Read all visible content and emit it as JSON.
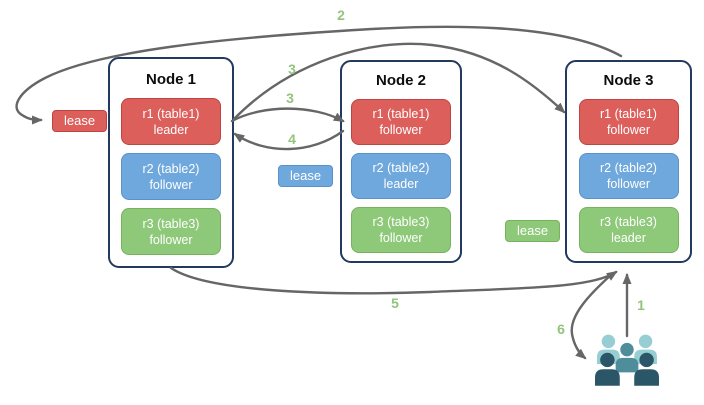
{
  "diagram": {
    "nodes": [
      {
        "title": "Node 1",
        "replicas": [
          {
            "label": "r1 (table1)",
            "role": "leader",
            "color": "#dc5f5c"
          },
          {
            "label": "r2 (table2)",
            "role": "follower",
            "color": "#6fa8dc"
          },
          {
            "label": "r3 (table3)",
            "role": "follower",
            "color": "#8ec879"
          }
        ]
      },
      {
        "title": "Node 2",
        "replicas": [
          {
            "label": "r1 (table1)",
            "role": "follower",
            "color": "#dc5f5c"
          },
          {
            "label": "r2 (table2)",
            "role": "leader",
            "color": "#6fa8dc"
          },
          {
            "label": "r3 (table3)",
            "role": "follower",
            "color": "#8ec879"
          }
        ]
      },
      {
        "title": "Node 3",
        "replicas": [
          {
            "label": "r1 (table1)",
            "role": "follower",
            "color": "#dc5f5c"
          },
          {
            "label": "r2 (table2)",
            "role": "follower",
            "color": "#6fa8dc"
          },
          {
            "label": "r3 (table3)",
            "role": "leader",
            "color": "#8ec879"
          }
        ]
      }
    ],
    "leases": [
      {
        "text": "lease",
        "color": "#dc5f5c",
        "near": "node1-r1-leader"
      },
      {
        "text": "lease",
        "color": "#6fa8dc",
        "near": "node2-r2-leader"
      },
      {
        "text": "lease",
        "color": "#8ec879",
        "near": "node3-r3-leader"
      }
    ],
    "arrows": [
      {
        "label": "1",
        "from": "client",
        "to": "node3"
      },
      {
        "label": "2",
        "from": "node3",
        "to": "lease-r1"
      },
      {
        "label": "3",
        "from": "node1-r1",
        "to": "node3-r1"
      },
      {
        "label": "3",
        "from": "node1-r1",
        "to": "node2-r1"
      },
      {
        "label": "4",
        "from": "node2-r1",
        "to": "node1-r1"
      },
      {
        "label": "5",
        "from": "node1",
        "to": "node3"
      },
      {
        "label": "6",
        "from": "node3",
        "to": "client"
      }
    ],
    "client_icon": "users-group-icon",
    "colors": {
      "red": "#dc5f5c",
      "red_border": "#bf4341",
      "blue": "#6fa8dc",
      "blue_border": "#5991cb",
      "green": "#8ec879",
      "green_border": "#78b25c",
      "node_border": "#23395d",
      "arrow": "#666666",
      "number_label": "#93c47d",
      "client_light": "#97ced3",
      "client_mid": "#4f8d9a",
      "client_dark": "#2b5668"
    }
  }
}
